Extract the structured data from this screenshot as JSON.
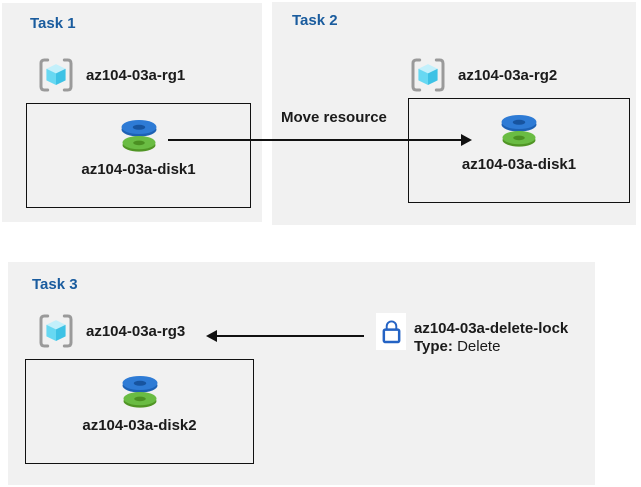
{
  "diagram": {
    "move_arrow_label": "Move resource",
    "lock_label": "az104-03a-delete-lock",
    "lock_type_label": "Type:",
    "lock_type_value": "Delete"
  },
  "tasks": [
    {
      "heading": "Task 1",
      "resource_group": "az104-03a-rg1",
      "resource": "az104-03a-disk1"
    },
    {
      "heading": "Task 2",
      "resource_group": "az104-03a-rg2",
      "resource": "az104-03a-disk1"
    },
    {
      "heading": "Task 3",
      "resource_group": "az104-03a-rg3",
      "resource": "az104-03a-disk2"
    }
  ],
  "icons": {
    "resource_group": "resource-group-icon",
    "disk": "disk-icon",
    "lock": "lock-icon",
    "move_arrow": "arrow-right-icon",
    "lock_arrow": "arrow-left-icon"
  },
  "colors": {
    "panel_bg": "#f1f1f1",
    "heading_blue": "#1a5c9e",
    "label_black": "#1b1b1b",
    "arrow_black": "#111111",
    "lock_blue": "#2463c4",
    "disk_blue": "#2e7bd5",
    "disk_blue_dark": "#1a57a5",
    "disk_green": "#6abc43",
    "disk_green_dark": "#4b9022",
    "cube_top": "#c3f0fb",
    "cube_left": "#67d8f2",
    "cube_right": "#3dc2e5",
    "bracket_gray": "#9a9a9a"
  }
}
